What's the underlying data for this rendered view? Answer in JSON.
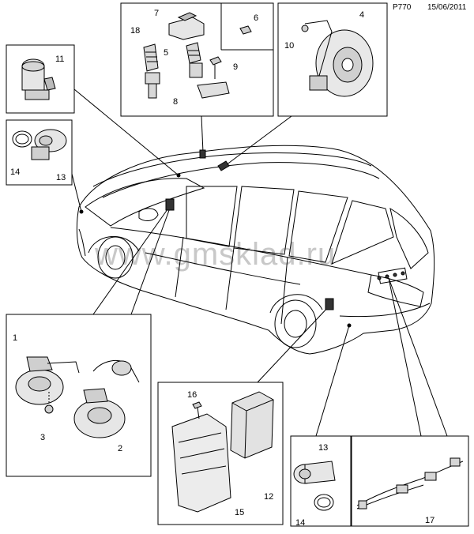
{
  "header": {
    "code": "P770",
    "date": "15/06/2011"
  },
  "watermark": "www.gmsklad.ru",
  "callouts": {
    "c1": "1",
    "c2": "2",
    "c3": "3",
    "c4": "4",
    "c5": "5",
    "c6": "6",
    "c7": "7",
    "c8": "8",
    "c9": "9",
    "c10": "10",
    "c11": "11",
    "c12": "12",
    "c13a": "13",
    "c13b": "13",
    "c14a": "14",
    "c14b": "14",
    "c15": "15",
    "c16": "16",
    "c17": "17",
    "c18": "18"
  }
}
